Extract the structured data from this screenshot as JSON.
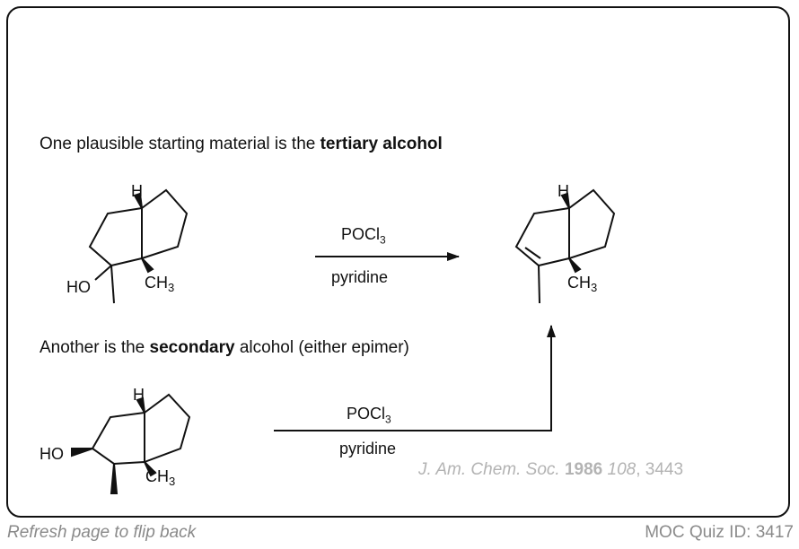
{
  "text": {
    "line1_pre": "One plausible starting material is the ",
    "line1_bold": "tertiary alcohol",
    "line2_pre": "Another is the ",
    "line2_bold": "secondary",
    "line2_post": " alcohol (either epimer)"
  },
  "reaction1": {
    "reagent_top": "POCl",
    "reagent_top_sub": "3",
    "reagent_bottom": "pyridine"
  },
  "reaction2": {
    "reagent_top": "POCl",
    "reagent_top_sub": "3",
    "reagent_bottom": "pyridine"
  },
  "atoms": {
    "h": "H",
    "ho": "HO",
    "ch": "CH",
    "ch_sub": "3"
  },
  "citation": {
    "journal": "J. Am. Chem. Soc. ",
    "year": "1986",
    "volume": "108",
    "pages": ", 3443"
  },
  "footer": {
    "left": "Refresh page to flip back",
    "right": "MOC Quiz ID: 3417"
  }
}
